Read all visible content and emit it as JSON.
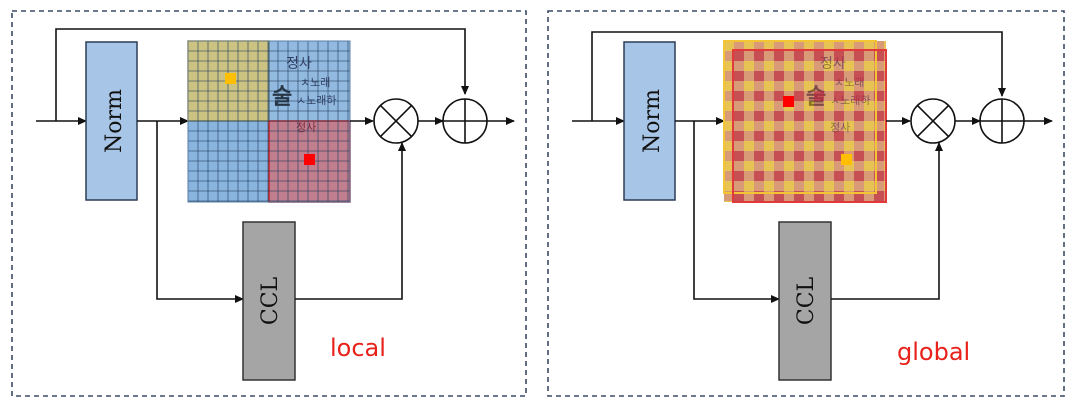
{
  "panels": [
    {
      "id": "local",
      "norm_label": "Norm",
      "ccl_label": "CCL",
      "caption": "local"
    },
    {
      "id": "global",
      "norm_label": "Norm",
      "ccl_label": "CCL",
      "caption": "global"
    }
  ],
  "icons": {
    "multiply": "circled-times-icon",
    "add": "circled-plus-icon"
  },
  "colors": {
    "norm_fill": "#a7c5e6",
    "norm_stroke": "#2a3d55",
    "ccl_fill": "#a5a5a5",
    "ccl_stroke": "#333333",
    "frame_dash": "#3a4a66",
    "caption": "#e8211a",
    "window_yellow": "#f3c433",
    "window_red": "#e23a3a",
    "window_blue": "#6fa3d8",
    "marker_red": "#ff0000",
    "marker_yellow": "#ffbf00"
  },
  "manuscript_text": [
    "정사",
    "ㅊ노래",
    "술",
    "ㅅ노래하",
    "정사"
  ]
}
